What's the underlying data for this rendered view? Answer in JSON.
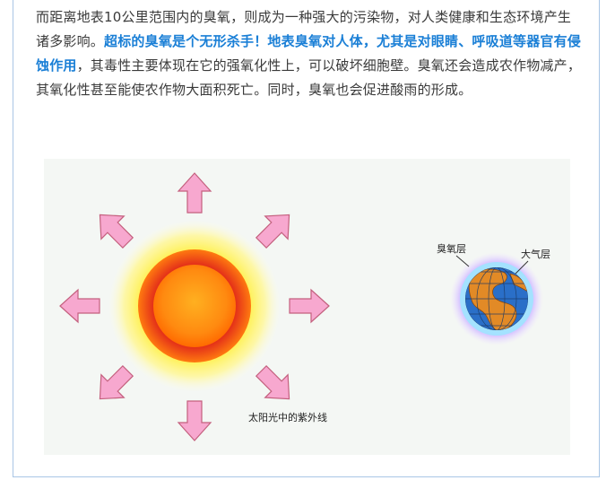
{
  "article": {
    "text_1": "而距离地表10公里范围内的臭氧，则成为一种强大的污染物，对人类健康和生态环境产生诸多影响。",
    "highlight": "超标的臭氧是个无形杀手！地表臭氧对人体，尤其是对眼睛、呼吸道等器官有侵蚀作用",
    "text_2": "，其毒性主要体现在它的强氧化性上，可以破坏细胞壁。臭氧还会造成农作物减产，其氧化性甚至能使农作物大面积死亡。同时，臭氧也会促进酸雨的形成。"
  },
  "figure": {
    "sun_label": "太阳光中的紫外线",
    "ozone_label": "臭氧层",
    "atmosphere_label": "大气层"
  },
  "colors": {
    "highlight": "#1a7fd6",
    "arrow": "#f7a8cf",
    "frame": "#a9c6e6"
  }
}
